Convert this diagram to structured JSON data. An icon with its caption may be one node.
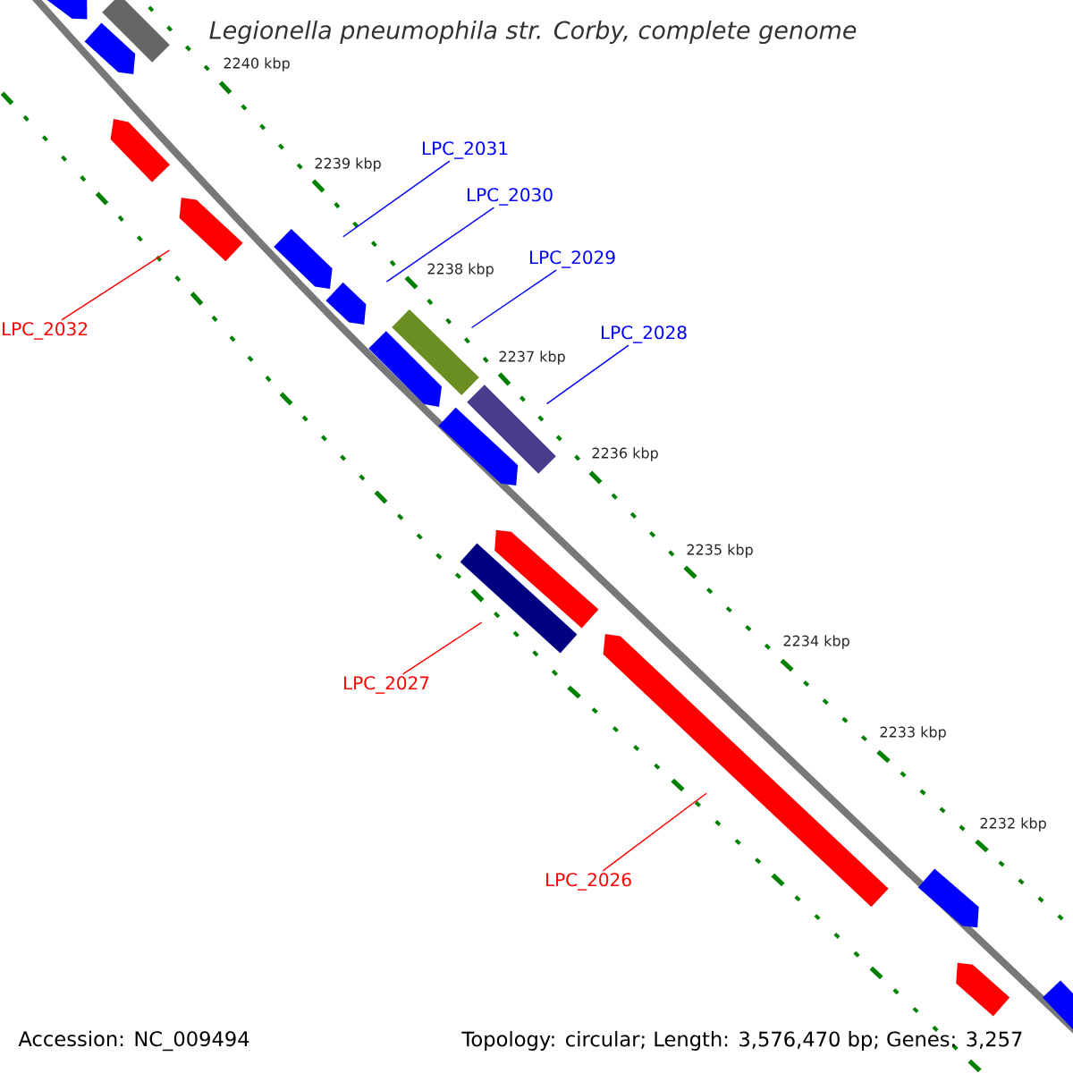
{
  "diagram": {
    "title": "Legionella pneumophila str. Corby, complete genome",
    "nodes": [
      {
        "text": [
          "LPC_2031"
        ]
      },
      {
        "text": [
          "LPC_2030"
        ]
      },
      {
        "text": [
          "LPC_2029"
        ]
      },
      {
        "text": [
          "LPC_2028"
        ]
      },
      {
        "text": [
          "LPC_2032"
        ]
      },
      {
        "text": [
          "LPC_2027"
        ]
      },
      {
        "text": [
          "LPC_2026"
        ]
      },
      {
        "text": [],
        "shape": "bar"
      },
      {
        "text": [],
        "shape": "bar"
      },
      {
        "text": [],
        "shape": "bar"
      },
      {
        "text": [],
        "shape": "bar"
      },
      {
        "text": [],
        "shape": "bar"
      },
      {
        "text": [],
        "shape": "bar"
      },
      {
        "text": [],
        "shape": "bar"
      },
      {
        "text": [],
        "shape": "bar"
      },
      {
        "text": [],
        "shape": "bar"
      },
      {
        "text": [],
        "shape": "bar"
      },
      {
        "text": [],
        "shape": "bar"
      },
      {
        "text": [],
        "shape": "bar"
      },
      {
        "text": [],
        "shape": "bar"
      },
      {
        "text": [],
        "shape": "bar"
      },
      {
        "text": [],
        "shape": "bar"
      },
      {
        "text": [],
        "shape": "bar"
      },
      {
        "text": [],
        "shape": "bar"
      }
    ],
    "edges": [
      {
        "from": 0,
        "to": 12,
        "arrow": "none"
      },
      {
        "from": 1,
        "to": 13,
        "arrow": "none"
      },
      {
        "from": 2,
        "to": 14,
        "arrow": "none"
      },
      {
        "from": 3,
        "to": 16,
        "arrow": "none"
      },
      {
        "from": 4,
        "to": 11,
        "arrow": "none",
        "color": "#ff0000"
      },
      {
        "from": 5,
        "to": 19,
        "arrow": "none",
        "color": "#ff0000"
      },
      {
        "from": 6,
        "to": 20,
        "arrow": "none",
        "color": "#ff0000"
      }
    ],
    "labels": [
      "2240 kbp",
      "2239 kbp",
      "2238 kbp",
      "2237 kbp",
      "2236 kbp",
      "2235 kbp",
      "2234 kbp",
      "2233 kbp",
      "2232 kbp",
      "Accession: NC_009494",
      "Topology: circular; Length: 3,576,470 bp; Genes: 3,257"
    ]
  }
}
